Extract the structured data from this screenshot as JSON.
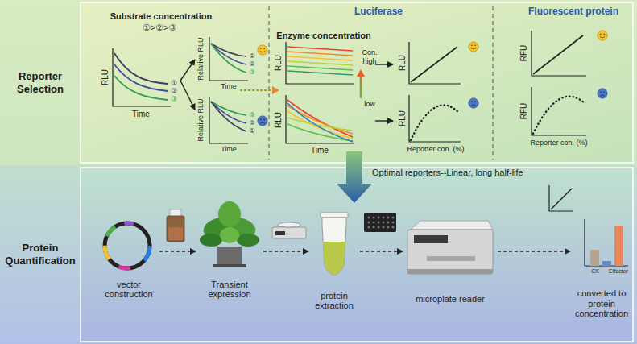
{
  "diagram": {
    "nodes": [
      {
        "text": [
          "Reporter Selection"
        ]
      },
      {
        "text": [
          "Protein Quantification"
        ]
      },
      {
        "text": [
          "vector construction"
        ],
        "in": 1
      },
      {
        "text": [
          "Transient expression"
        ],
        "in": 1
      },
      {
        "text": [
          "protein extraction"
        ],
        "in": 1
      },
      {
        "text": [
          "microplate reader"
        ],
        "in": 1
      },
      {
        "text": [
          "converted to protein concentration"
        ],
        "in": 1
      }
    ],
    "edges": [
      {
        "from": 2,
        "to": 3,
        "arrow": "to"
      },
      {
        "from": 3,
        "to": 4,
        "arrow": "to"
      },
      {
        "from": 4,
        "to": 5,
        "arrow": "to"
      },
      {
        "from": 5,
        "to": 6,
        "arrow": "to"
      }
    ],
    "labels": [
      "Substrate concentration",
      "①>②>③",
      "Luciferase",
      "Enzyme concentration",
      "Fluorescent protein",
      "RLU",
      "Time",
      "①",
      "②",
      "③",
      "Relative RLU",
      "Time",
      "①",
      "②",
      "③",
      "Relative RLU",
      "Time",
      "③",
      "②",
      "①",
      "RLU",
      "Con.",
      "high",
      "RLU",
      "Time",
      "low",
      "RLU",
      "RLU",
      "Reporter con. (%)",
      "RFU",
      "RFU",
      "Reporter con. (%)",
      "Optimal reporters--Linear, long half-life",
      "CK",
      "Effector"
    ]
  }
}
